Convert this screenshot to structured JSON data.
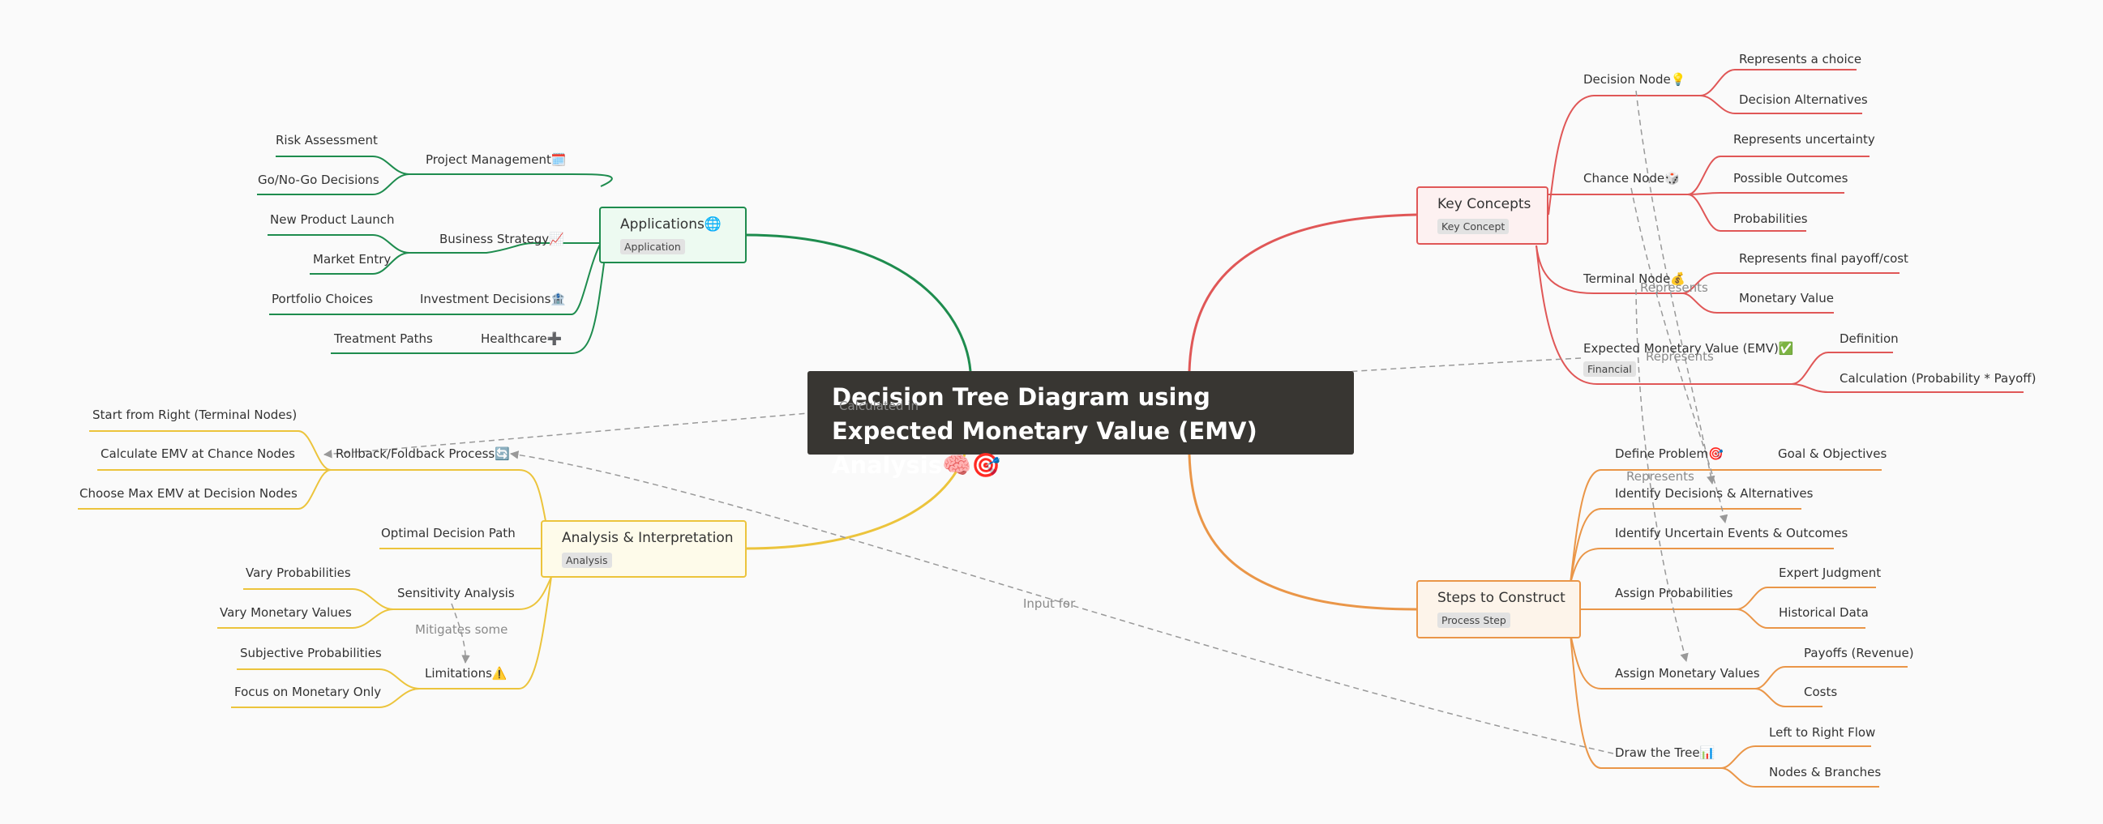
{
  "root": {
    "title": "Decision Tree Diagram using Expected Monetary Value (EMV) Analysis🧠🎯"
  },
  "colors": {
    "key": "#e05757",
    "steps": "#ea9648",
    "apps": "#1e8c4e",
    "analysis": "#ecc43c",
    "dashed": "#999999"
  },
  "key_concepts": {
    "label": "Key Concepts",
    "tag": "Key Concept",
    "decision_node": {
      "label": "Decision Node💡",
      "c1": "Represents a choice",
      "c2": "Decision Alternatives"
    },
    "chance_node": {
      "label": "Chance Node🎲",
      "c1": "Represents uncertainty",
      "c2": "Possible Outcomes",
      "c3": "Probabilities"
    },
    "terminal_node": {
      "label": "Terminal Node💰",
      "c1": "Represents final payoff/cost",
      "c2": "Monetary Value"
    },
    "emv": {
      "label": "Expected Monetary Value (EMV)✅",
      "tag": "Financial",
      "c1": "Definition",
      "c2": "Calculation (Probability * Payoff)"
    }
  },
  "steps": {
    "label": "Steps to Construct",
    "tag": "Process Step",
    "define": {
      "label": "Define Problem🎯",
      "c1": "Goal & Objectives"
    },
    "identify_decisions": "Identify Decisions & Alternatives",
    "identify_events": "Identify Uncertain Events & Outcomes",
    "assign_probs": {
      "label": "Assign Probabilities",
      "c1": "Expert Judgment",
      "c2": "Historical Data"
    },
    "assign_values": {
      "label": "Assign Monetary Values",
      "c1": "Payoffs (Revenue)",
      "c2": "Costs"
    },
    "draw": {
      "label": "Draw the Tree📊",
      "c1": "Left to Right Flow",
      "c2": "Nodes & Branches"
    }
  },
  "applications": {
    "label": "Applications🌐",
    "tag": "Application",
    "pm": {
      "label": "Project Management🗓️",
      "c1": "Risk Assessment",
      "c2": "Go/No-Go Decisions"
    },
    "bs": {
      "label": "Business Strategy📈",
      "c1": "New Product Launch",
      "c2": "Market Entry"
    },
    "inv": {
      "label": "Investment Decisions🏦",
      "c1": "Portfolio Choices"
    },
    "hc": {
      "label": "Healthcare➕",
      "c1": "Treatment Paths"
    }
  },
  "analysis": {
    "label": "Analysis & Interpretation",
    "tag": "Analysis",
    "rollback": {
      "label": "Rollback/Foldback Process🔄",
      "c1": "Start from Right (Terminal Nodes)",
      "c2": "Calculate EMV at Chance Nodes",
      "c3": "Choose Max EMV at Decision Nodes"
    },
    "optimal": "Optimal Decision Path",
    "sensitivity": {
      "label": "Sensitivity Analysis",
      "c1": "Vary Probabilities",
      "c2": "Vary Monetary Values"
    },
    "limitations": {
      "label": "Limitations⚠️",
      "c1": "Subjective Probabilities",
      "c2": "Focus on Monetary Only"
    }
  },
  "cross_links": {
    "calculated_in": "Calculated in",
    "represents_1": "Represents",
    "represents_2": "Represents",
    "represents_3": "Represents",
    "input_for": "Input for",
    "mitigates_some": "Mitigates some"
  }
}
